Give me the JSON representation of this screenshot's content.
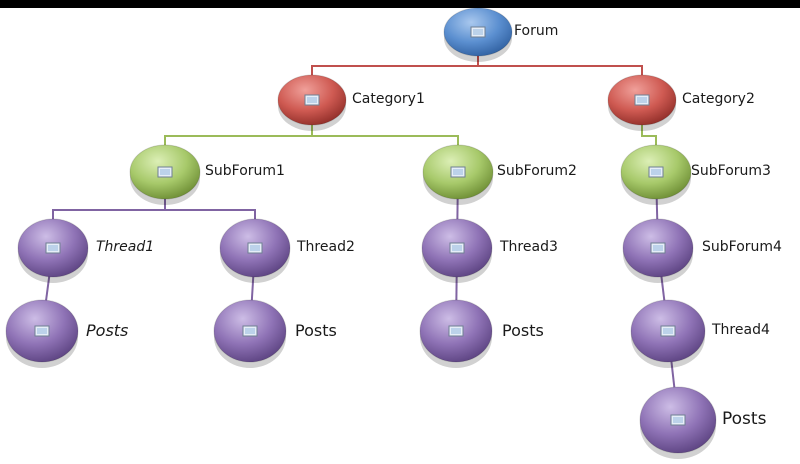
{
  "colors": {
    "blue": "#4f86c6",
    "red": "#c0504d",
    "green": "#9bbb59",
    "purple": "#8064a2",
    "line_red": "#c0504d",
    "line_green": "#9bbb59",
    "line_purple": "#8064a2"
  },
  "nodes": {
    "forum": {
      "label": "Forum",
      "color": "blue",
      "icon": "image-placeholder-icon"
    },
    "category1": {
      "label": "Category1",
      "color": "red",
      "icon": "image-placeholder-icon"
    },
    "category2": {
      "label": "Category2",
      "color": "red",
      "icon": "image-placeholder-icon"
    },
    "subforum1": {
      "label": "SubForum1",
      "color": "green",
      "icon": "image-placeholder-icon"
    },
    "subforum2": {
      "label": "SubForum2",
      "color": "green",
      "icon": "image-placeholder-icon"
    },
    "subforum3": {
      "label": "SubForum3",
      "color": "green",
      "icon": "image-placeholder-icon"
    },
    "thread1": {
      "label": "Thread1",
      "color": "purple",
      "icon": "image-placeholder-icon"
    },
    "thread2": {
      "label": "Thread2",
      "color": "purple",
      "icon": "image-placeholder-icon"
    },
    "thread3": {
      "label": "Thread3",
      "color": "purple",
      "icon": "image-placeholder-icon"
    },
    "subforum4": {
      "label": "SubForum4",
      "color": "purple",
      "icon": "image-placeholder-icon"
    },
    "posts1": {
      "label": "Posts",
      "color": "purple",
      "icon": "image-placeholder-icon"
    },
    "posts2": {
      "label": "Posts",
      "color": "purple",
      "icon": "image-placeholder-icon"
    },
    "posts3": {
      "label": "Posts",
      "color": "purple",
      "icon": "image-placeholder-icon"
    },
    "thread4": {
      "label": "Thread4",
      "color": "purple",
      "icon": "image-placeholder-icon"
    },
    "posts4": {
      "label": "Posts",
      "color": "purple",
      "icon": "image-placeholder-icon"
    }
  },
  "edges": [
    [
      "forum",
      "category1"
    ],
    [
      "forum",
      "category2"
    ],
    [
      "category1",
      "subforum1"
    ],
    [
      "category1",
      "subforum2"
    ],
    [
      "category2",
      "subforum3"
    ],
    [
      "subforum1",
      "thread1"
    ],
    [
      "subforum1",
      "thread2"
    ],
    [
      "subforum2",
      "thread3"
    ],
    [
      "subforum3",
      "subforum4"
    ],
    [
      "thread1",
      "posts1"
    ],
    [
      "thread2",
      "posts2"
    ],
    [
      "thread3",
      "posts3"
    ],
    [
      "subforum4",
      "thread4"
    ],
    [
      "thread4",
      "posts4"
    ]
  ]
}
